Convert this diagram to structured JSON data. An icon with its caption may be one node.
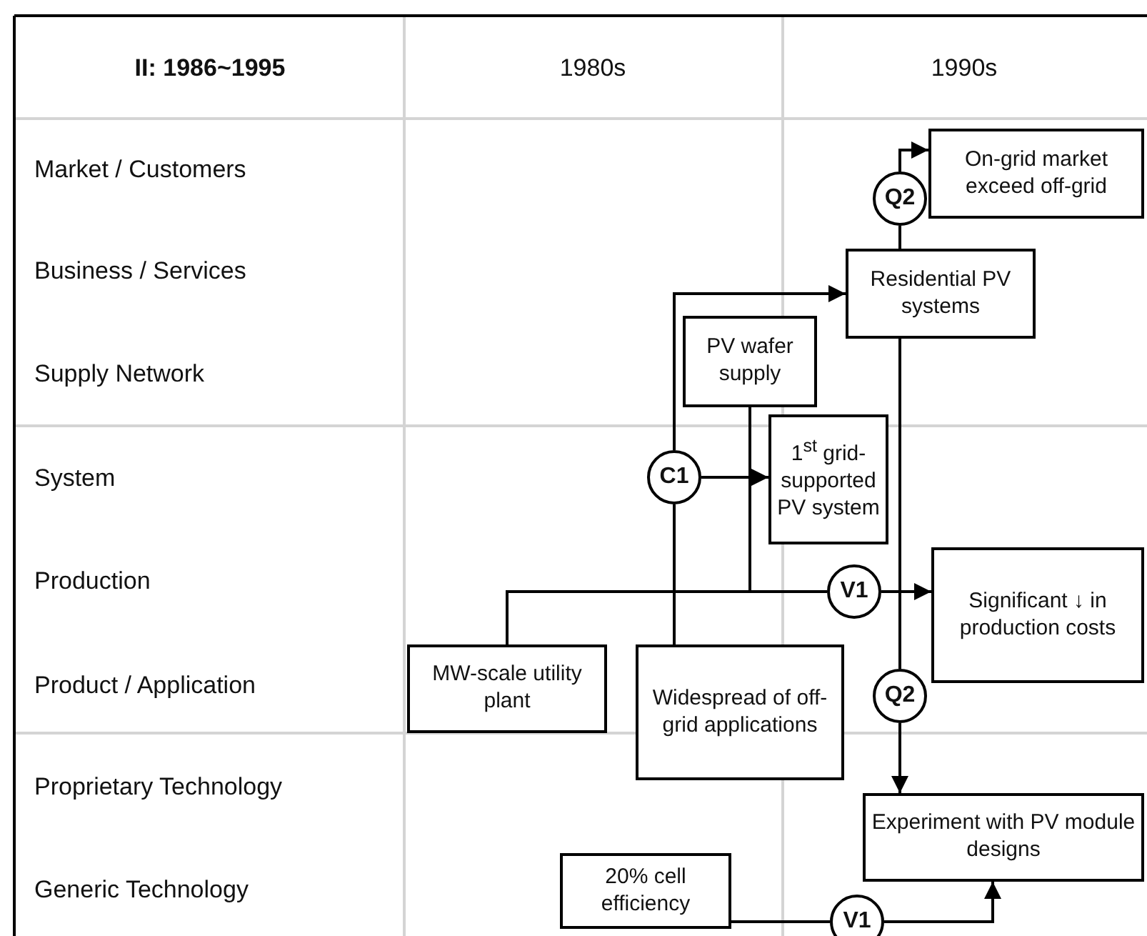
{
  "diagram": {
    "nodes": [
      {
        "text": [
          "On-grid market exceed off-grid"
        ]
      },
      {
        "text": [
          "Q2"
        ]
      },
      {
        "text": [
          "Residential PV systems"
        ]
      },
      {
        "text": [
          "PV wafer supply"
        ]
      },
      {
        "text": [
          "1$^{st}$ grid-supported PV system"
        ]
      },
      {
        "text": [
          "C1"
        ]
      },
      {
        "text": [
          "Significant ↓ in production costs"
        ]
      },
      {
        "text": [
          "V1"
        ]
      },
      {
        "text": [
          "MW-scale utility plant"
        ]
      },
      {
        "text": [
          "Widespread of off-grid applications"
        ]
      },
      {
        "text": [
          "Q2"
        ]
      },
      {
        "text": [
          "Experiment with PV module designs"
        ]
      },
      {
        "text": [
          "20% cell efficiency"
        ]
      },
      {
        "text": [
          "V1"
        ]
      }
    ],
    "edges": [
      {
        "from": 1,
        "to": 0,
        "arrow": "to"
      },
      {
        "from": 2,
        "to": 1,
        "arrow": "none"
      },
      {
        "from": 5,
        "to": 2,
        "arrow": "to"
      },
      {
        "from": 9,
        "to": 5,
        "arrow": "none"
      },
      {
        "from": 5,
        "to": 4,
        "arrow": "to"
      },
      {
        "from": 8,
        "to": 7,
        "arrow": "none"
      },
      {
        "from": 3,
        "to": 7,
        "arrow": "none"
      },
      {
        "from": 7,
        "to": 6,
        "arrow": "to"
      },
      {
        "from": 2,
        "to": 10,
        "arrow": "none"
      },
      {
        "from": 10,
        "to": 11,
        "arrow": "to"
      },
      {
        "from": 12,
        "to": 13,
        "arrow": "none"
      },
      {
        "from": 13,
        "to": 11,
        "arrow": "to"
      }
    ],
    "labels": [
      "II: 1986~1995",
      "1980s",
      "1990s",
      "Market / Customers",
      "Business / Services",
      "Supply Network",
      "System",
      "Production",
      "Product / Application",
      "Proprietary Technology",
      "Generic Technology"
    ]
  }
}
